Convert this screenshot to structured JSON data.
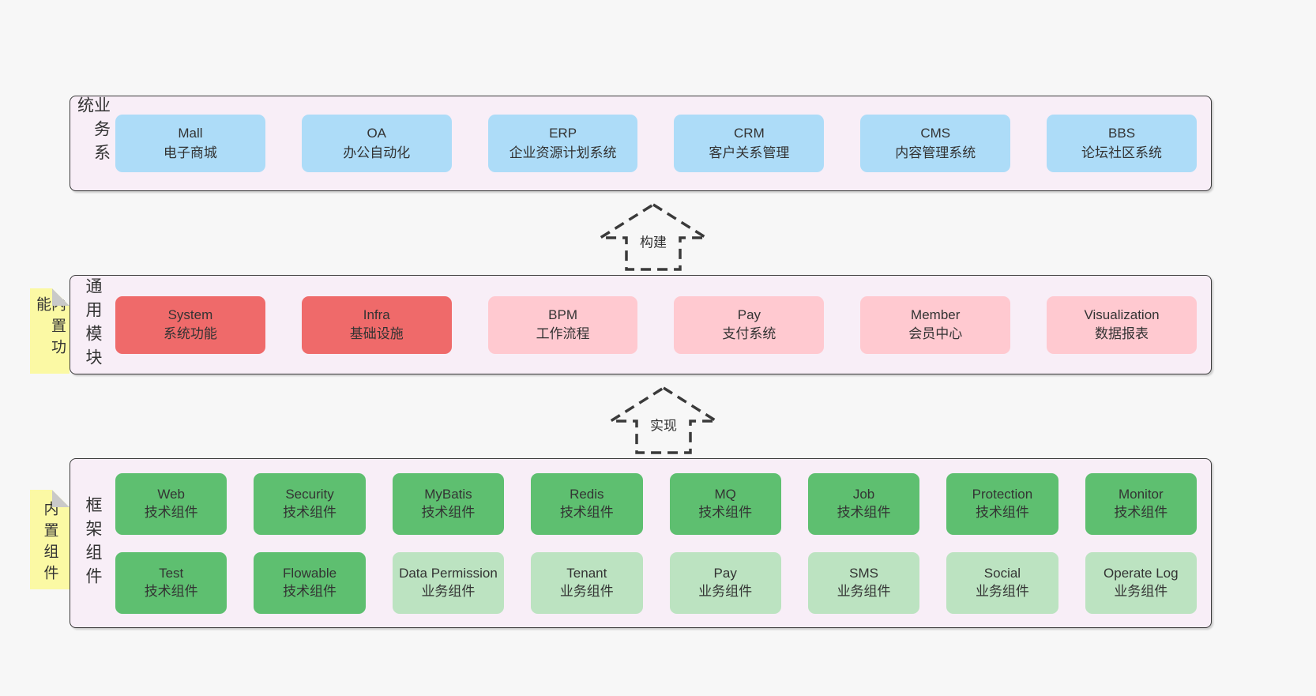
{
  "colors": {
    "page_bg": "#f7f7f7",
    "panel_bg": "#f8eef7",
    "panel_border": "#3a3a3a",
    "tag_bg": "#fbf9a4",
    "tag_fold": "#c9c9c9",
    "text": "#333333",
    "arrow_stroke": "#3a3a3a",
    "blue": "#addcf8",
    "red": "#ef6a6a",
    "pink": "#ffc9d0",
    "green": "#5ebf70",
    "lightgreen": "#bce3c1"
  },
  "arrows": [
    {
      "label": "构建"
    },
    {
      "label": "实现"
    }
  ],
  "sections": {
    "business": {
      "side_label": "业务系统",
      "rows": [
        [
          {
            "name": "Mall",
            "desc": "电子商城",
            "variant": "blue"
          },
          {
            "name": "OA",
            "desc": "办公自动化",
            "variant": "blue"
          },
          {
            "name": "ERP",
            "desc": "企业资源计划系统",
            "variant": "blue"
          },
          {
            "name": "CRM",
            "desc": "客户关系管理",
            "variant": "blue"
          },
          {
            "name": "CMS",
            "desc": "内容管理系统",
            "variant": "blue"
          },
          {
            "name": "BBS",
            "desc": "论坛社区系统",
            "variant": "blue"
          }
        ]
      ]
    },
    "modules": {
      "side_label": "通用模块",
      "tag": "内置功能",
      "rows": [
        [
          {
            "name": "System",
            "desc": "系统功能",
            "variant": "red"
          },
          {
            "name": "Infra",
            "desc": "基础设施",
            "variant": "red"
          },
          {
            "name": "BPM",
            "desc": "工作流程",
            "variant": "pink"
          },
          {
            "name": "Pay",
            "desc": "支付系统",
            "variant": "pink"
          },
          {
            "name": "Member",
            "desc": "会员中心",
            "variant": "pink"
          },
          {
            "name": "Visualization",
            "desc": "数据报表",
            "variant": "pink"
          }
        ]
      ]
    },
    "components": {
      "side_label": "框架组件",
      "tag": "内置组件",
      "rows": [
        [
          {
            "name": "Web",
            "desc": "技术组件",
            "variant": "green"
          },
          {
            "name": "Security",
            "desc": "技术组件",
            "variant": "green"
          },
          {
            "name": "MyBatis",
            "desc": "技术组件",
            "variant": "green"
          },
          {
            "name": "Redis",
            "desc": "技术组件",
            "variant": "green"
          },
          {
            "name": "MQ",
            "desc": "技术组件",
            "variant": "green"
          },
          {
            "name": "Job",
            "desc": "技术组件",
            "variant": "green"
          },
          {
            "name": "Protection",
            "desc": "技术组件",
            "variant": "green"
          },
          {
            "name": "Monitor",
            "desc": "技术组件",
            "variant": "green"
          }
        ],
        [
          {
            "name": "Test",
            "desc": "技术组件",
            "variant": "green"
          },
          {
            "name": "Flowable",
            "desc": "技术组件",
            "variant": "green"
          },
          {
            "name": "Data Permission",
            "desc": "业务组件",
            "variant": "lightgreen"
          },
          {
            "name": "Tenant",
            "desc": "业务组件",
            "variant": "lightgreen"
          },
          {
            "name": "Pay",
            "desc": "业务组件",
            "variant": "lightgreen"
          },
          {
            "name": "SMS",
            "desc": "业务组件",
            "variant": "lightgreen"
          },
          {
            "name": "Social",
            "desc": "业务组件",
            "variant": "lightgreen"
          },
          {
            "name": "Operate Log",
            "desc": "业务组件",
            "variant": "lightgreen"
          }
        ]
      ]
    }
  }
}
